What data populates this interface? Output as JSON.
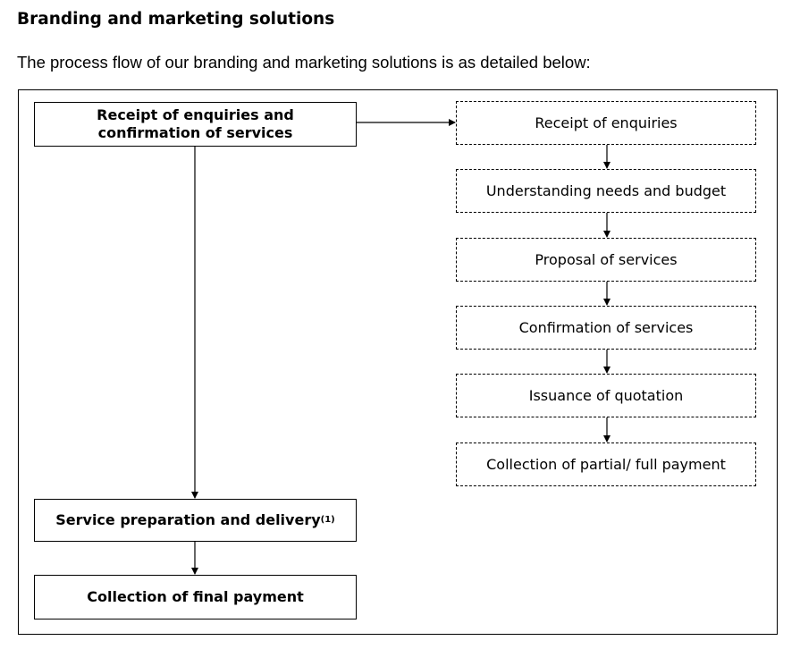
{
  "heading": "Branding and marketing solutions",
  "intro": "The process flow of our branding and marketing solutions is as detailed below:",
  "main_flow": {
    "receipt_line1": "Receipt of enquiries and",
    "receipt_line2": "confirmation of services",
    "service": "Service preparation and delivery",
    "service_note": "(1)",
    "final_payment": "Collection of final payment"
  },
  "sub_flow": [
    "Receipt of enquiries",
    "Understanding needs and budget",
    "Proposal of services",
    "Confirmation of services",
    "Issuance of quotation",
    "Collection of partial/ full payment"
  ]
}
